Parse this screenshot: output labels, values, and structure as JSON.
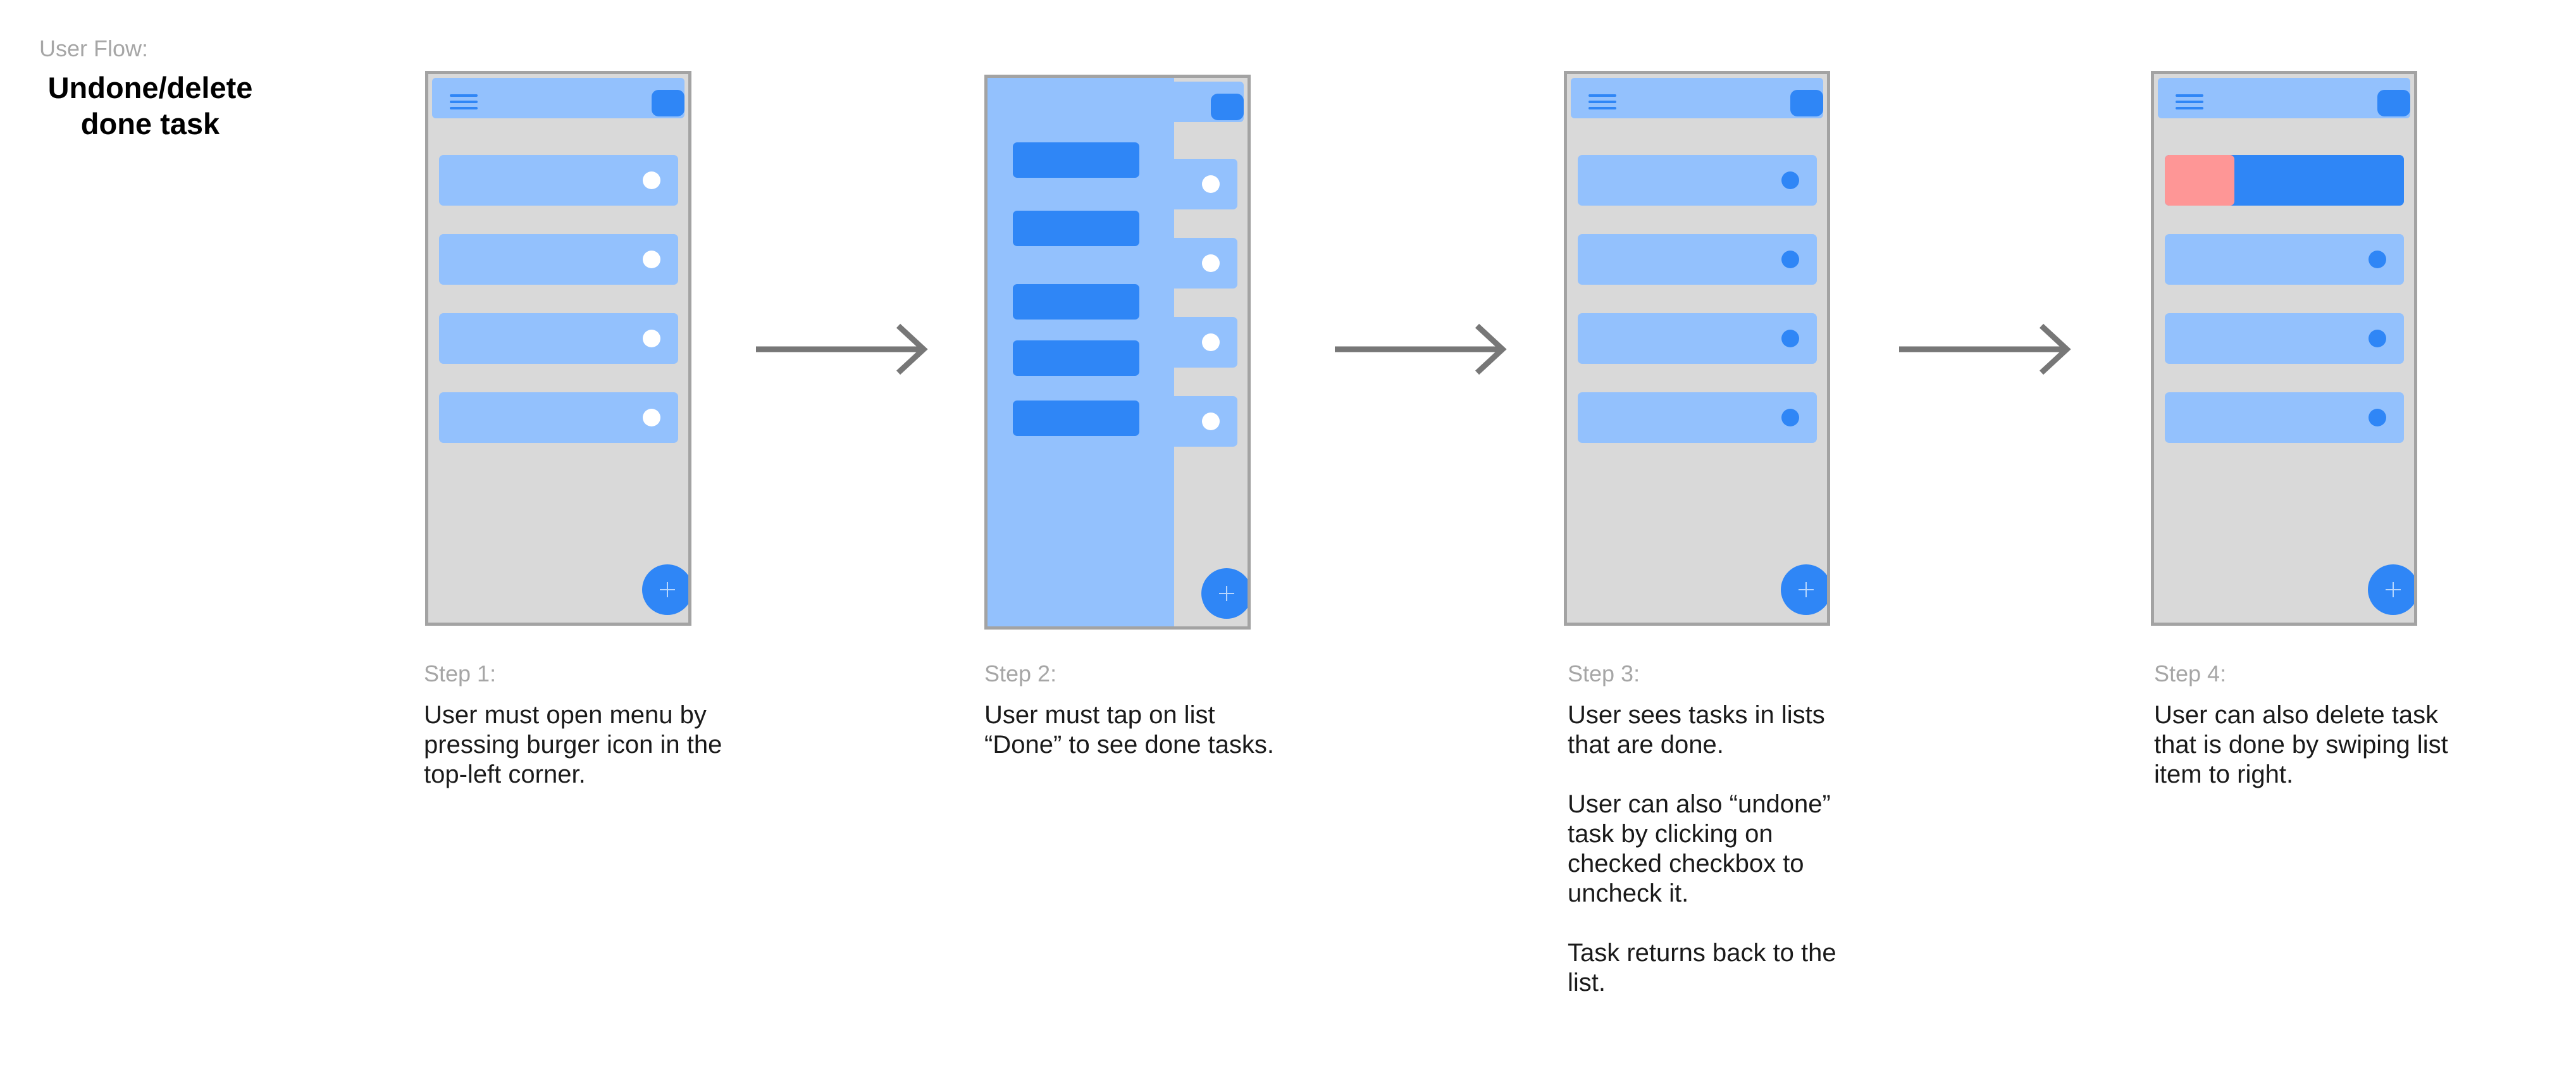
{
  "header": {
    "label": "User Flow:",
    "title": "Undone/delete done task"
  },
  "colors": {
    "accent": "#2f86f6",
    "light_accent": "#93c1fd",
    "phone_bg": "#d9d9d9",
    "phone_border": "#a3a3a3",
    "delete": "#fe9696",
    "arrow": "#777777"
  },
  "steps": [
    {
      "label": "Step 1:",
      "description": [
        "User must open menu by pressing burger icon in the top-left corner."
      ]
    },
    {
      "label": "Step 2:",
      "description": [
        "User must tap on list “Done” to see done tasks."
      ]
    },
    {
      "label": "Step 3:",
      "description": [
        "User sees tasks in lists that are done.",
        "User can also “undone” task by clicking on checked checkbox to uncheck it.",
        "Task returns back to the list."
      ]
    },
    {
      "label": "Step 4:",
      "description": [
        "User can also delete task that is done by swiping list item to right."
      ]
    }
  ],
  "icons": {
    "menu": "burger-icon",
    "add": "plus-icon",
    "flow": "arrow-right-icon"
  }
}
